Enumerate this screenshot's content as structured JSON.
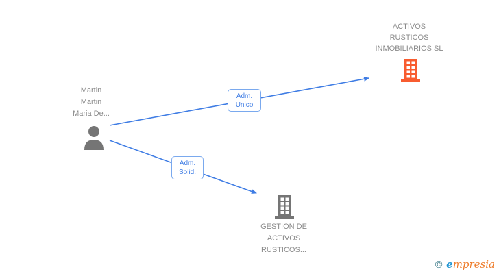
{
  "colors": {
    "text_gray": "#8a8a8a",
    "icon_gray": "#757575",
    "accent_orange": "#f85c30",
    "edge_blue": "#3e7ce4",
    "edge_border": "#7aa9ee",
    "logo_copyright": "#45808e",
    "logo_e": "#2196d3",
    "logo_rest": "#ee7c2b"
  },
  "nodes": {
    "person": {
      "type": "person",
      "lines": [
        "Martin",
        "Martin",
        "Maria De..."
      ]
    },
    "company_top": {
      "type": "company",
      "lines": [
        "ACTIVOS",
        "RUSTICOS",
        "INMOBILIARIOS SL"
      ]
    },
    "company_bottom": {
      "type": "company",
      "lines": [
        "GESTION DE",
        "ACTIVOS",
        "RUSTICOS..."
      ]
    }
  },
  "edges": [
    {
      "from": "person",
      "to": "company_top",
      "label_lines": [
        "Adm.",
        "Unico"
      ]
    },
    {
      "from": "person",
      "to": "company_bottom",
      "label_lines": [
        "Adm.",
        "Solid."
      ]
    }
  ],
  "logo": {
    "copyright": "©",
    "brand_first": "e",
    "brand_rest": "mpresia"
  }
}
